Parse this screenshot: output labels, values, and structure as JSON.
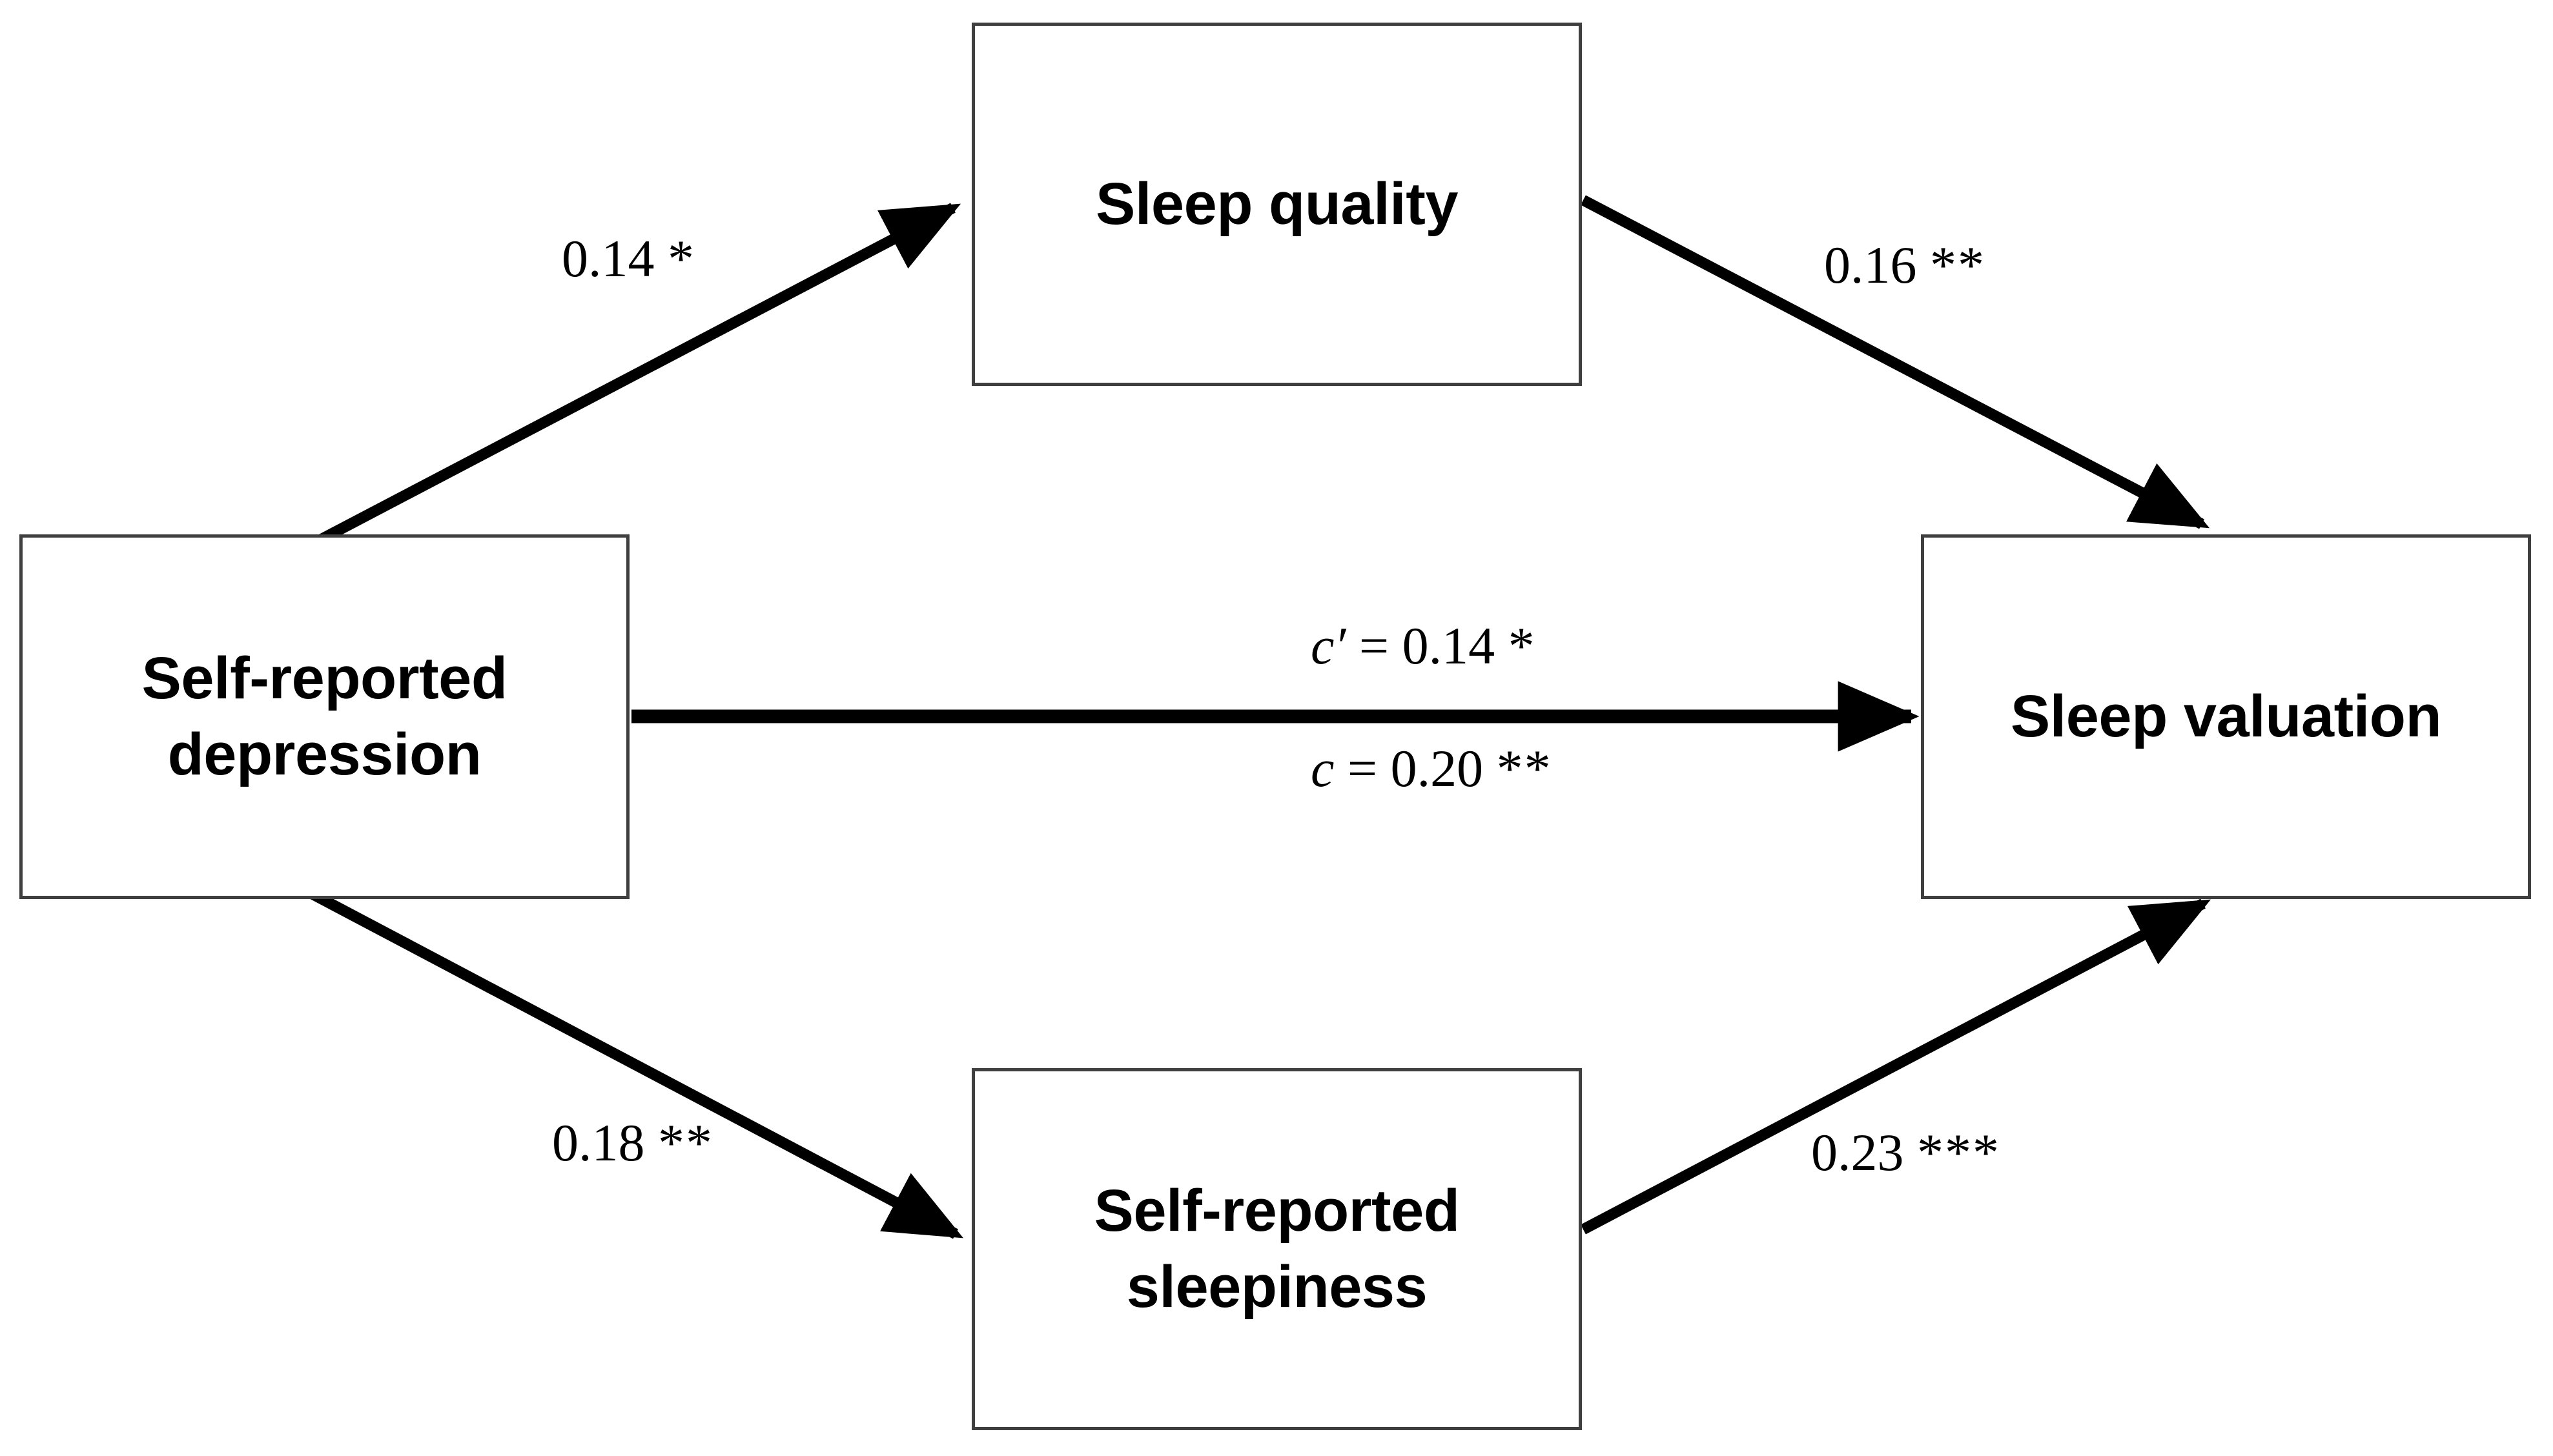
{
  "figure": {
    "type": "mediation-path-diagram",
    "background_color": "#ffffff",
    "line_color": "#000000",
    "box_border_color": "#3f3f3f"
  },
  "nodes": {
    "predictor": {
      "id": "self-reported-depression",
      "label": "Self-reported\ndepression"
    },
    "mediator_top": {
      "id": "sleep-quality",
      "label": "Sleep quality"
    },
    "mediator_bottom": {
      "id": "self-reported-sleepiness",
      "label": "Self-reported\nsleepiness"
    },
    "outcome": {
      "id": "sleep-valuation",
      "label": "Sleep valuation"
    }
  },
  "edges": {
    "a1": {
      "from": "self-reported-depression",
      "to": "sleep-quality",
      "coefficient": "0.14",
      "significance": "*",
      "label": "0.14 *"
    },
    "b1": {
      "from": "sleep-quality",
      "to": "sleep-valuation",
      "coefficient": "0.16",
      "significance": "**",
      "label": "0.16 **"
    },
    "c_prime": {
      "from": "self-reported-depression",
      "to": "sleep-valuation",
      "symbol": "c′",
      "equals": "=",
      "coefficient": "0.14",
      "significance": "*",
      "label": "c′ = 0.14 *"
    },
    "c_total": {
      "from": "self-reported-depression",
      "to": "sleep-valuation",
      "symbol": "c",
      "equals": "=",
      "coefficient": "0.20",
      "significance": "**",
      "label": "c = 0.20 **"
    },
    "a2": {
      "from": "self-reported-depression",
      "to": "self-reported-sleepiness",
      "coefficient": "0.18",
      "significance": "**",
      "label": "0.18 **"
    },
    "b2": {
      "from": "self-reported-sleepiness",
      "to": "sleep-valuation",
      "coefficient": "0.23",
      "significance": "***",
      "label": "0.23 ***"
    }
  },
  "chart_data": {
    "type": "diagram",
    "title": "",
    "nodes": [
      "Self-reported depression",
      "Sleep quality",
      "Self-reported sleepiness",
      "Sleep valuation"
    ],
    "edges": [
      {
        "source": "Self-reported depression",
        "target": "Sleep quality",
        "value": 0.14,
        "stars": 1,
        "label": "0.14 *"
      },
      {
        "source": "Sleep quality",
        "target": "Sleep valuation",
        "value": 0.16,
        "stars": 2,
        "label": "0.16 **"
      },
      {
        "source": "Self-reported depression",
        "target": "Self-reported sleepiness",
        "value": 0.18,
        "stars": 2,
        "label": "0.18 **"
      },
      {
        "source": "Self-reported sleepiness",
        "target": "Sleep valuation",
        "value": 0.23,
        "stars": 3,
        "label": "0.23 ***"
      },
      {
        "source": "Self-reported depression",
        "target": "Sleep valuation",
        "value": 0.14,
        "stars": 1,
        "label": "c' = 0.14 *",
        "path": "direct"
      },
      {
        "source": "Self-reported depression",
        "target": "Sleep valuation",
        "value": 0.2,
        "stars": 2,
        "label": "c = 0.20 **",
        "path": "total"
      }
    ]
  }
}
